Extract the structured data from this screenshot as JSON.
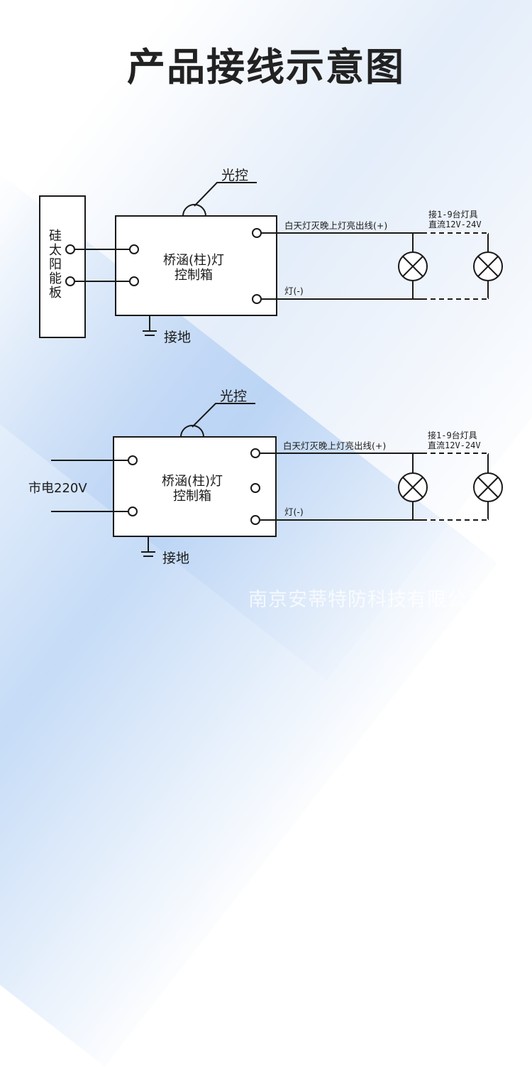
{
  "title": "产品接线示意图",
  "watermark": "南京安蒂特防科技有限公司",
  "diagram1": {
    "panel_label": [
      "硅",
      "太",
      "阳",
      "能",
      "板"
    ],
    "photocontrol": "光控",
    "box_label_line1": "桥涵(柱)灯",
    "box_label_line2": "控制箱",
    "positive_line": "白天灯灭晚上灯亮出线(+)",
    "negative_line": "灯(-)",
    "lamps_line1": "接1-9台灯具",
    "lamps_line2": "直流12V-24V",
    "ground": "接地"
  },
  "diagram2": {
    "mains_label": "市电220V",
    "photocontrol": "光控",
    "box_label_line1": "桥涵(柱)灯",
    "box_label_line2": "控制箱",
    "positive_line": "白天灯灭晚上灯亮出线(+)",
    "negative_line": "灯(-)",
    "lamps_line1": "接1-9台灯具",
    "lamps_line2": "直流12V-24V",
    "ground": "接地"
  },
  "colors": {
    "line": "#1a1a1a",
    "background_accent": "#a9c8f0"
  }
}
